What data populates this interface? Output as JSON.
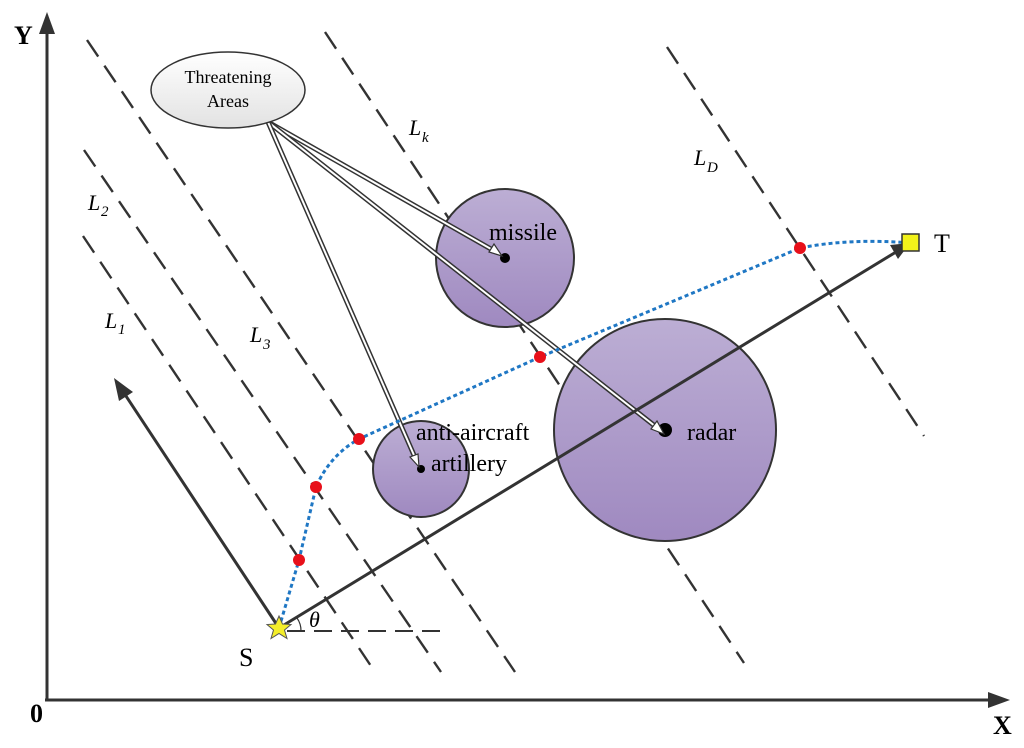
{
  "axes": {
    "x_label": "X",
    "y_label": "Y",
    "origin_label": "0"
  },
  "points": {
    "start_label": "S",
    "target_label": "T",
    "angle_label": "θ"
  },
  "callout": {
    "line1": "Threatening",
    "line2": "Areas"
  },
  "threats": {
    "missile": "missile",
    "artillery_line1": "anti-aircraft",
    "artillery_line2": "artillery",
    "radar": "radar"
  },
  "lines": {
    "L1": {
      "base": "L",
      "sub": "1"
    },
    "L2": {
      "base": "L",
      "sub": "2"
    },
    "L3": {
      "base": "L",
      "sub": "3"
    },
    "Lk": {
      "base": "L",
      "sub": "k"
    },
    "LD": {
      "base": "L",
      "sub": "D"
    }
  },
  "colors": {
    "threat_fill_top": "#bcaed4",
    "threat_fill_bottom": "#9f89c0",
    "path": "#1f77c4",
    "waypoint": "#e8101a",
    "start_star": "#f4ee2a",
    "target_square": "#f2f21a",
    "lines": "#333333",
    "callout_fill": "#eeeeee"
  }
}
